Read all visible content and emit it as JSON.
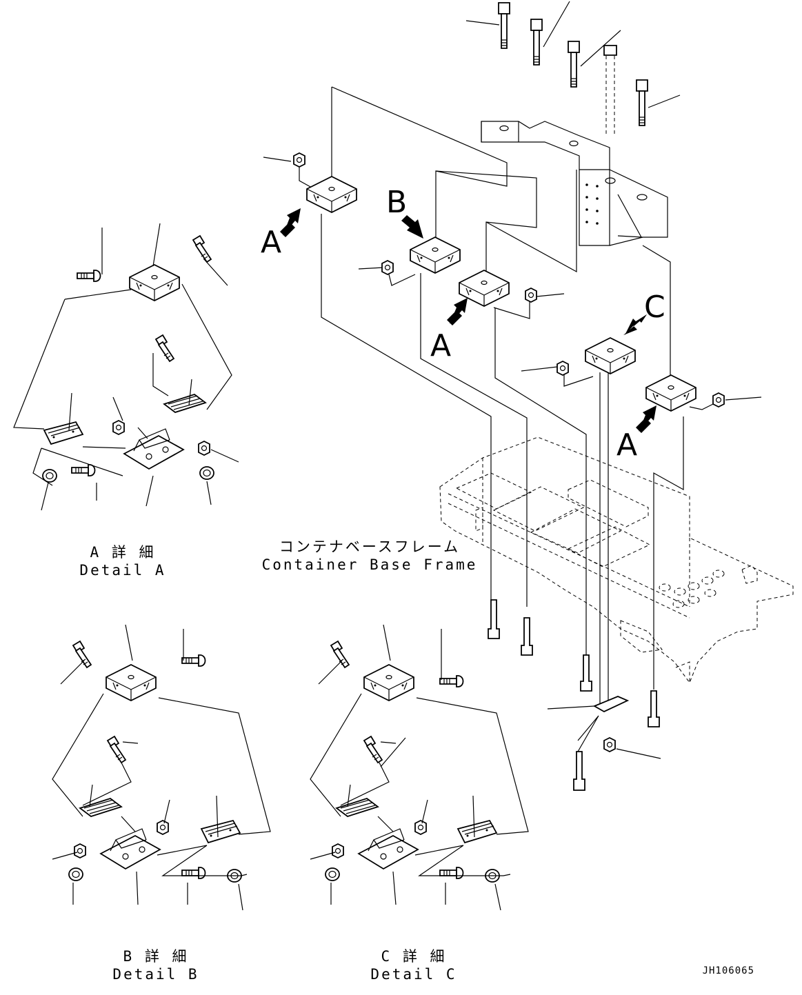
{
  "callouts": {
    "a1": "A",
    "b": "B",
    "a2": "A",
    "c": "C",
    "a3": "A"
  },
  "base_frame": {
    "jp": "コンテナベースフレーム",
    "en": "Container Base Frame"
  },
  "details": {
    "a": {
      "jp": "A 詳 細",
      "en": "Detail A"
    },
    "b": {
      "jp": "B 詳 細",
      "en": "Detail B"
    },
    "c": {
      "jp": "C 詳 細",
      "en": "Detail C"
    }
  },
  "drawing_code": "JH106065"
}
